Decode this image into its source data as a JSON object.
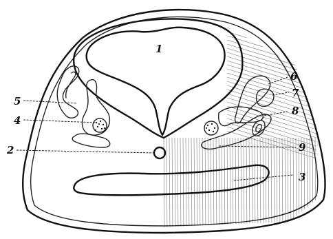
{
  "figure": {
    "labels": [
      {
        "id": "1",
        "text": "1"
      },
      {
        "id": "2",
        "text": "2"
      },
      {
        "id": "3",
        "text": "3"
      },
      {
        "id": "4",
        "text": "4"
      },
      {
        "id": "5",
        "text": "5"
      },
      {
        "id": "6",
        "text": "6"
      },
      {
        "id": "7",
        "text": "7"
      },
      {
        "id": "8",
        "text": "8"
      },
      {
        "id": "9",
        "text": "9"
      }
    ],
    "colors": {
      "ink": "#111111",
      "shade": "#777777",
      "paper": "#ffffff"
    }
  }
}
